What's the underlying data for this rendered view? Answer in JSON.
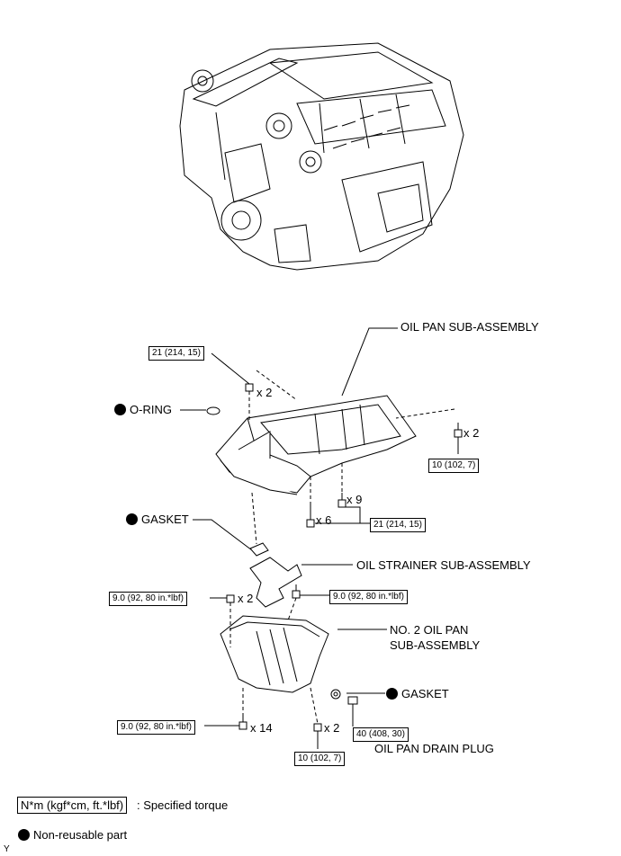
{
  "labels": {
    "oil_pan_sub_assembly": "OIL PAN SUB-ASSEMBLY",
    "o_ring": "O-RING",
    "gasket_upper": "GASKET",
    "oil_strainer": "OIL STRAINER SUB-ASSEMBLY",
    "no2_oil_pan_line1": "NO. 2 OIL PAN",
    "no2_oil_pan_line2": "SUB-ASSEMBLY",
    "gasket_lower": "GASKET",
    "drain_plug": "OIL PAN DRAIN PLUG"
  },
  "torques": {
    "t1": "21 (214, 15)",
    "t2": "10 (102, 7)",
    "t3": "21 (214, 15)",
    "t4": "9.0 (92, 80 in.*lbf)",
    "t5": "9.0 (92, 80 in.*lbf)",
    "t6": "9.0 (92, 80 in.*lbf)",
    "t7": "10 (102, 7)",
    "t8": "40 (408, 30)"
  },
  "quantities": {
    "q1": "x 2",
    "q2": "x 2",
    "q3": "x 9",
    "q4": "x 6",
    "q5": "x 2",
    "q6": "x 14",
    "q7": "x 2"
  },
  "legend": {
    "torque_box": "N*m (kgf*cm, ft.*lbf)",
    "torque_text": ": Specified torque",
    "nonreusable_text": "Non-reusable part"
  },
  "corner_mark": "Y"
}
